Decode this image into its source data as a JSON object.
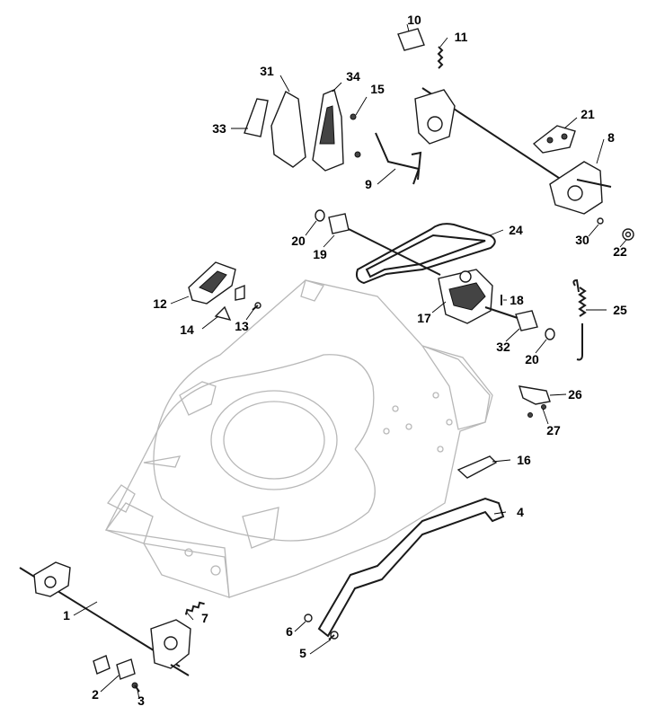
{
  "callouts": [
    {
      "n": "1"
    },
    {
      "n": "2"
    },
    {
      "n": "3"
    },
    {
      "n": "4"
    },
    {
      "n": "5"
    },
    {
      "n": "6"
    },
    {
      "n": "7"
    },
    {
      "n": "8"
    },
    {
      "n": "9"
    },
    {
      "n": "10"
    },
    {
      "n": "11"
    },
    {
      "n": "12"
    },
    {
      "n": "13"
    },
    {
      "n": "14"
    },
    {
      "n": "15"
    },
    {
      "n": "16"
    },
    {
      "n": "17"
    },
    {
      "n": "18"
    },
    {
      "n": "19"
    },
    {
      "n": "20"
    },
    {
      "n": "20"
    },
    {
      "n": "21"
    },
    {
      "n": "22"
    },
    {
      "n": "24"
    },
    {
      "n": "25"
    },
    {
      "n": "26"
    },
    {
      "n": "27"
    },
    {
      "n": "30"
    },
    {
      "n": "31"
    },
    {
      "n": "32"
    },
    {
      "n": "33"
    },
    {
      "n": "34"
    }
  ]
}
